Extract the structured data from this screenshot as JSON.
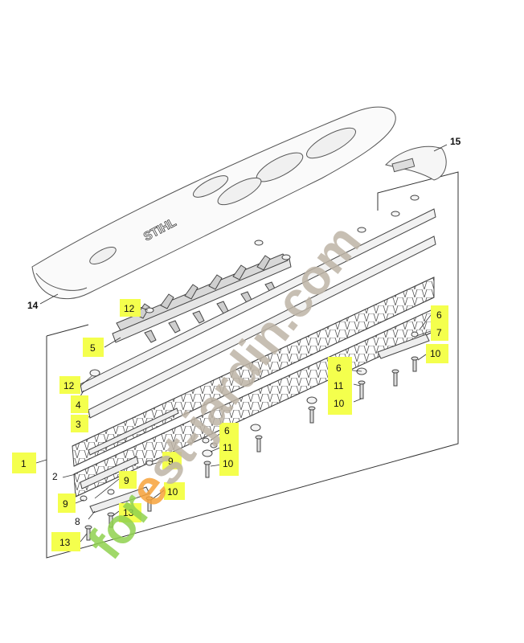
{
  "brand_logo": "STIHL",
  "watermark": {
    "prefix": "for",
    "accent": "e",
    "suffix": "st-jardin.com",
    "colors": {
      "main": "#8fd14f",
      "accent": "#f7a23a",
      "suffix": "#bdb4a6"
    }
  },
  "highlight_color": "#f4ff4d",
  "labels": {
    "l1": "1",
    "l2": "2",
    "l3": "3",
    "l4": "4",
    "l5": "5",
    "l6a": "6",
    "l6b": "6",
    "l6c": "6",
    "l7": "7",
    "l8": "8",
    "l9a": "9",
    "l9b": "9",
    "l9c": "9",
    "l10a": "10",
    "l10b": "10",
    "l10c": "10",
    "l10d": "10",
    "l11a": "11",
    "l11b": "11",
    "l12a": "12",
    "l12b": "12",
    "l13a": "13",
    "l13b": "13",
    "l14": "14",
    "l15": "15"
  }
}
